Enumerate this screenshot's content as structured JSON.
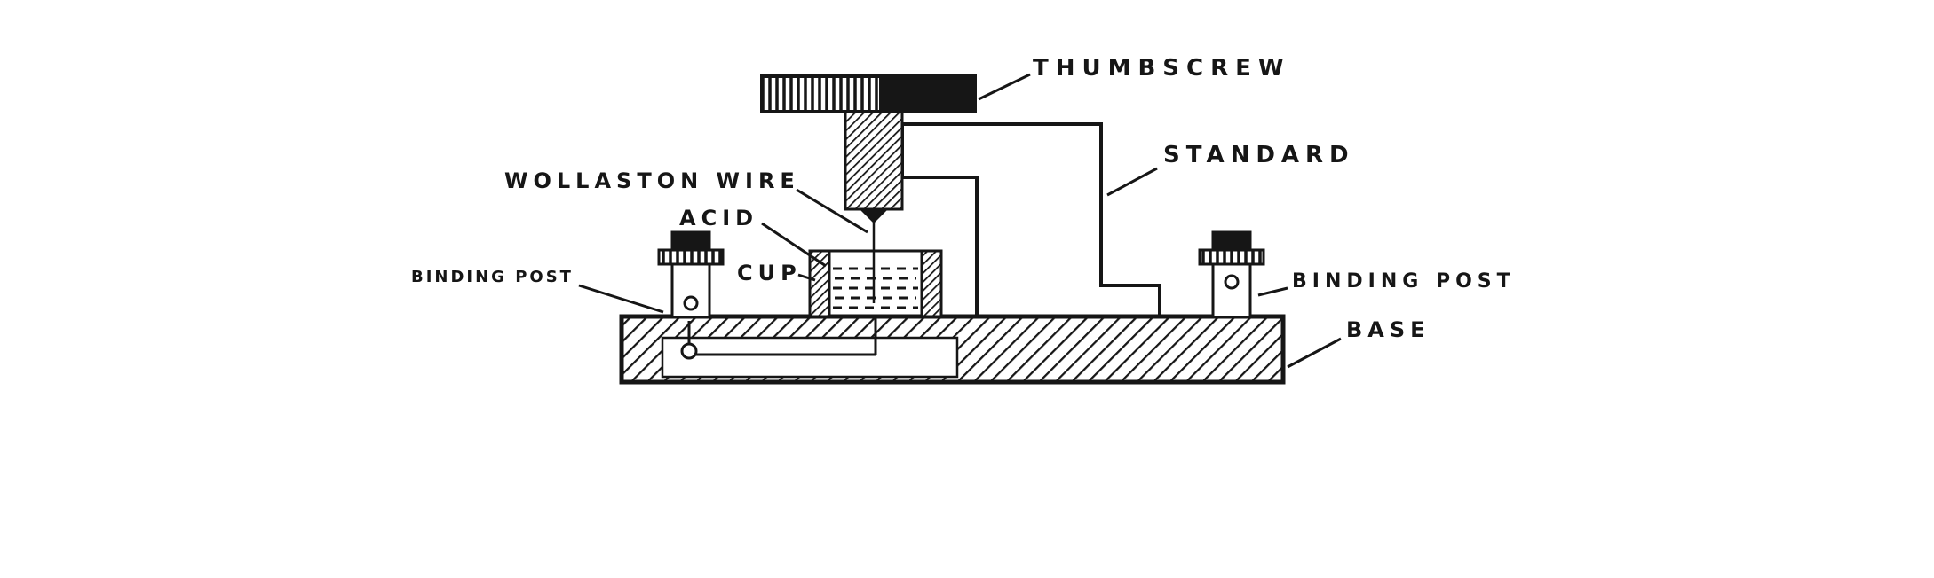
{
  "colors": {
    "ink": "#161616",
    "paper": "#ffffff"
  },
  "labels": {
    "thumbscrew": "THUMBSCREW",
    "standard": "STANDARD",
    "wollaston_wire": "WOLLASTON WIRE",
    "acid": "ACID",
    "cup": "CUP",
    "binding_post_left": "BINDING POST",
    "binding_post_right": "BINDING POST",
    "base": "BASE"
  }
}
